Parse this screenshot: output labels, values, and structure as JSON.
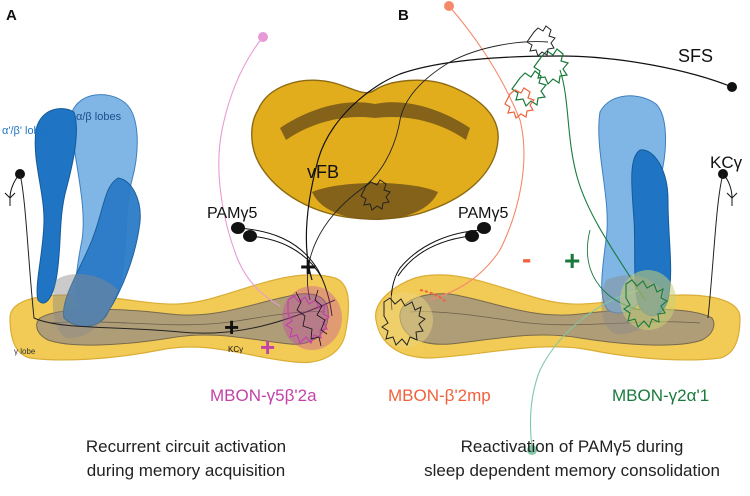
{
  "panel_a": {
    "letter": "A",
    "lobe_labels": {
      "alpha_prime_beta_prime": "α'/β' lobes",
      "alpha_beta": "α/β lobes",
      "gamma": "γ lobe"
    },
    "pam_label": "PAMγ5",
    "kc_label": "KCγ",
    "signs": {
      "pam_plus": "+",
      "kc_plus": "+",
      "mbon_plus": "+"
    },
    "mbon_label": "MBON-γ5β'2a",
    "caption": [
      "Recurrent circuit activation",
      "during memory acquisition"
    ]
  },
  "center": {
    "vfb_label": "vFB"
  },
  "panel_b": {
    "letter": "B",
    "sfs_label": "SFS",
    "pam_label": "PAMγ5",
    "kc_label": "KCγ",
    "signs": {
      "minus": "-",
      "plus": "+"
    },
    "mbon_beta_label": "MBON-β'2mp",
    "mbon_gamma_label": "MBON-γ2α'1",
    "caption": [
      "Reactivation of PAMγ5 during",
      "sleep dependent memory consolidation"
    ]
  },
  "colors": {
    "lobe_light_blue": "#7fb6e6",
    "lobe_dark_blue": "#1f74c4",
    "lobe_mid_blue": "#3d8fd4",
    "gamma_lobe_fill": "#f2c94f",
    "gamma_lobe_core": "#a8997c",
    "vfb_fill": "#e2ad1c",
    "vfb_dark": "#7a5a1a",
    "magenta": "#c342a8",
    "orange": "#f0613c",
    "green": "#1a7a3c",
    "pink_tract": "#e89ad6",
    "salmon_tract": "#f58a6a",
    "teal_tract": "#7fc7a6"
  }
}
